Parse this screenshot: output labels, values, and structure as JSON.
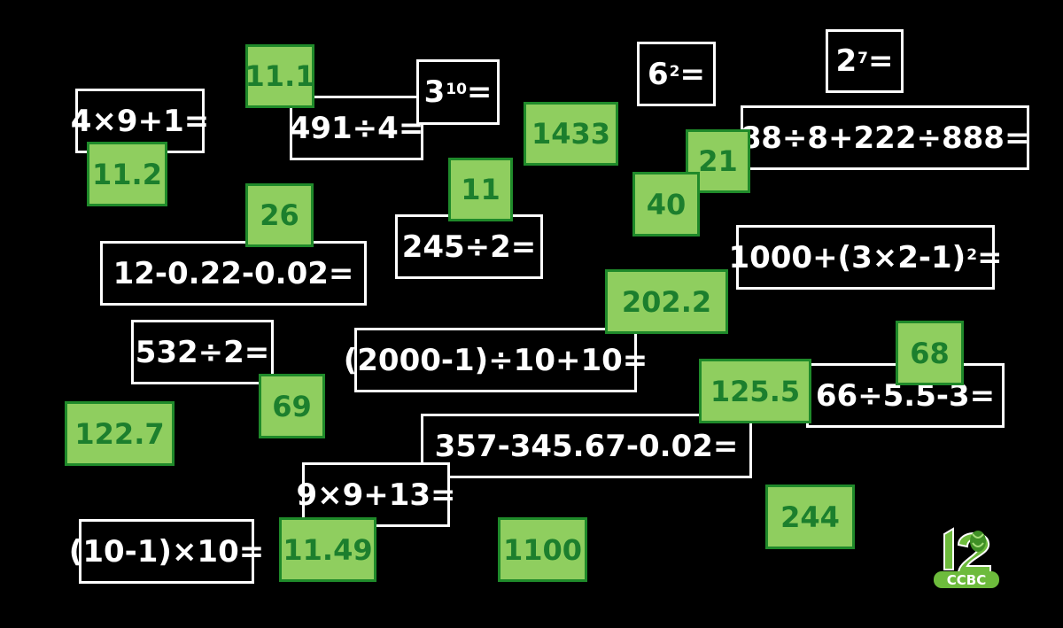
{
  "board": {
    "questions": [
      {
        "text": "4×9+1="
      },
      {
        "text": "491÷4="
      },
      {
        "base": "3",
        "exp": "10",
        "eq": "="
      },
      {
        "base": "6",
        "exp": "2",
        "eq": "="
      },
      {
        "base": "2",
        "exp": "7",
        "eq": "="
      },
      {
        "text": "88÷8+222÷888="
      },
      {
        "text": "12-0.22-0.02="
      },
      {
        "text": "245÷2="
      },
      {
        "base": "1000+(3×2-1)",
        "exp": "2",
        "eq": "="
      },
      {
        "text": "532÷2="
      },
      {
        "text": "(2000-1)÷10+10="
      },
      {
        "text": "66÷5.5-3="
      },
      {
        "text": "357-345.67-0.02="
      },
      {
        "text": "9×9+13="
      },
      {
        "text": "(10-1)×10="
      }
    ],
    "answers": [
      {
        "text": "11.1"
      },
      {
        "text": "11.2"
      },
      {
        "text": "1433"
      },
      {
        "text": "11"
      },
      {
        "text": "26"
      },
      {
        "text": "21"
      },
      {
        "text": "40"
      },
      {
        "text": "202.2"
      },
      {
        "text": "68"
      },
      {
        "text": "125.5"
      },
      {
        "text": "69"
      },
      {
        "text": "122.7"
      },
      {
        "text": "244"
      },
      {
        "text": "11.49"
      },
      {
        "text": "1100"
      }
    ]
  },
  "logo": {
    "text": "CCBC",
    "icon": "leaf-twelve-logo-icon"
  },
  "colors": {
    "background": "#000000",
    "question_border": "#ffffff",
    "answer_fill": "#8fce5f",
    "answer_text": "#1c7f2d",
    "answer_border": "#1f8a2a"
  }
}
